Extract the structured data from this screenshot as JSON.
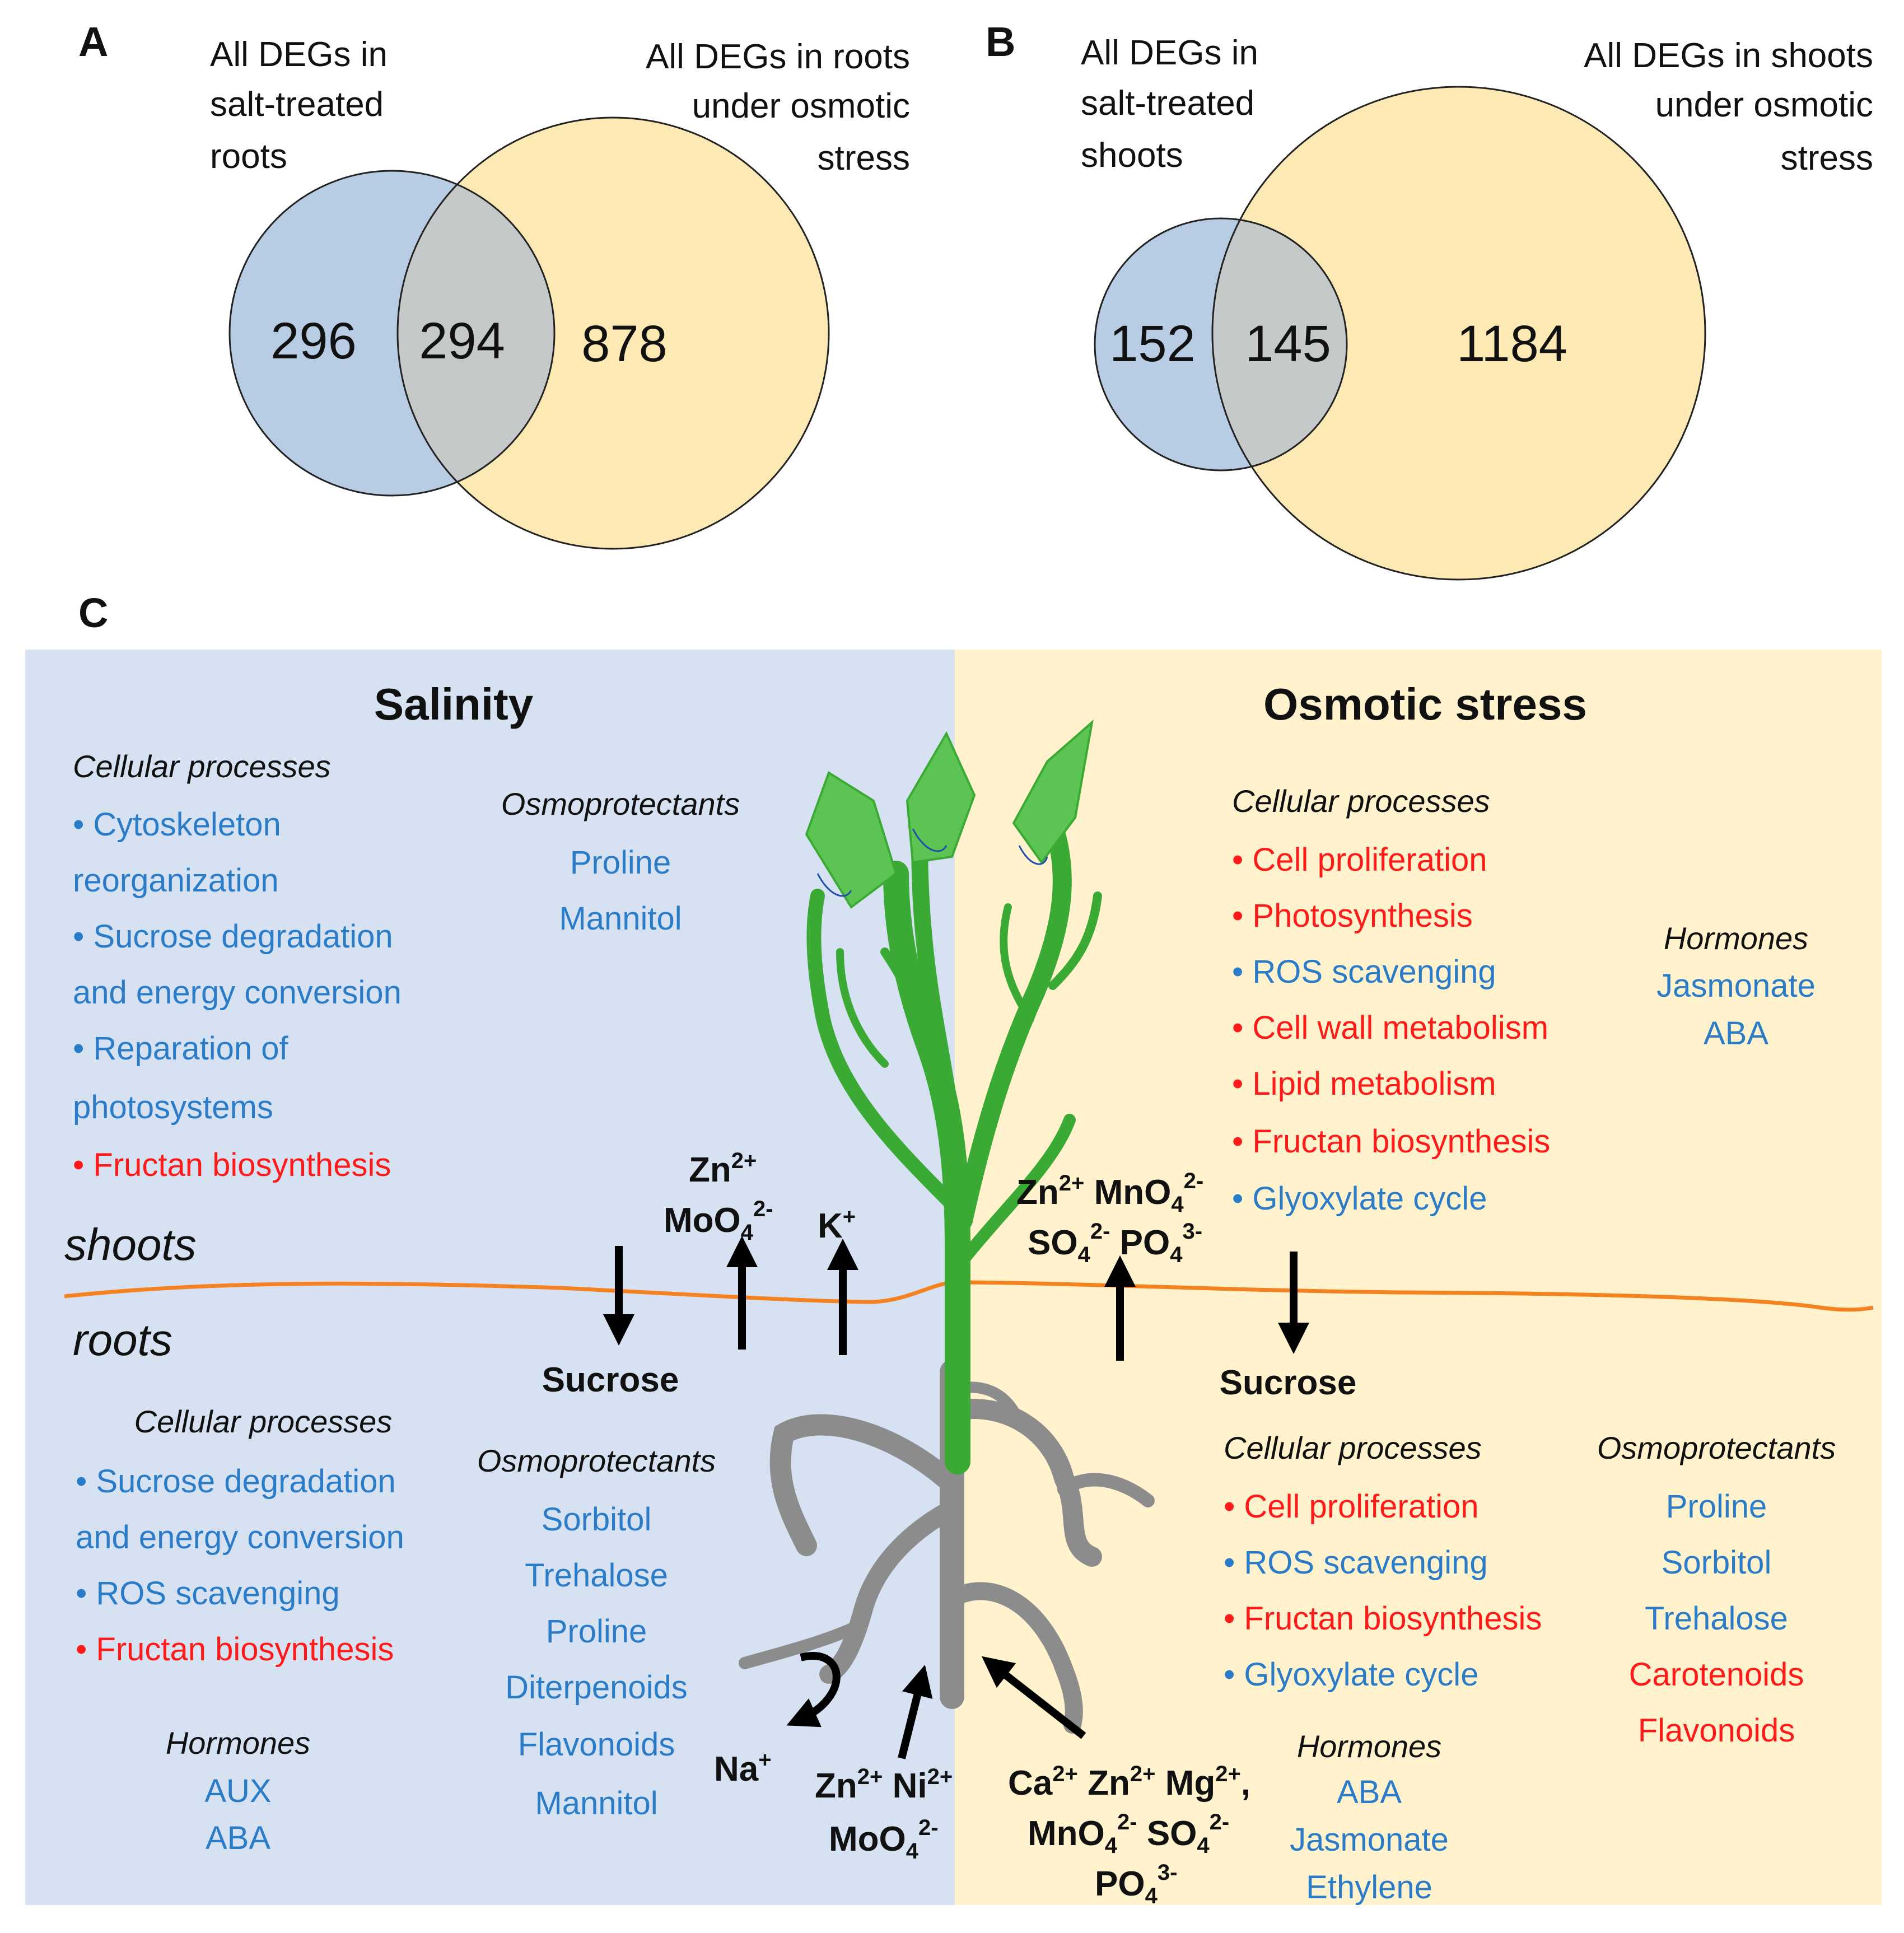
{
  "panel_a": {
    "letter": "A",
    "left_title": [
      "All DEGs in",
      "salt-treated",
      "roots"
    ],
    "right_title": [
      "All DEGs in roots",
      "under osmotic",
      "stress"
    ],
    "left_only": "296",
    "overlap": "294",
    "right_only": "878"
  },
  "panel_b": {
    "letter": "B",
    "left_title": [
      "All DEGs in",
      "salt-treated",
      "shoots"
    ],
    "right_title": [
      "All DEGs in shoots",
      "under osmotic",
      "stress"
    ],
    "left_only": "152",
    "overlap": "145",
    "right_only": "1184"
  },
  "panel_c": {
    "letter": "C",
    "salinity_title": "Salinity",
    "osmotic_title": "Osmotic stress",
    "shoots_label": "shoots",
    "roots_label": "roots",
    "salinity_shoot": {
      "cellular_head": "Cellular processes",
      "cellular_items": [
        {
          "text": "• Cytoskeleton",
          "color": "blue"
        },
        {
          "text": "reorganization",
          "color": "blue"
        },
        {
          "text": "• Sucrose degradation",
          "color": "blue"
        },
        {
          "text": "and energy  conversion",
          "color": "blue"
        },
        {
          "text": "• Reparation of",
          "color": "blue"
        },
        {
          "text": "photosystems",
          "color": "blue"
        },
        {
          "text": "• Fructan biosynthesis",
          "color": "red"
        }
      ],
      "osmo_head": "Osmoprotectants",
      "osmo_items": [
        "Proline",
        "Mannitol"
      ]
    },
    "salinity_root": {
      "cellular_head": "Cellular processes",
      "cellular_items": [
        {
          "text": "• Sucrose degradation",
          "color": "blue"
        },
        {
          "text": "and energy  conversion",
          "color": "blue"
        },
        {
          "text": "• ROS scavenging",
          "color": "blue"
        },
        {
          "text": "• Fructan biosynthesis",
          "color": "red"
        }
      ],
      "osmo_head": "Osmoprotectants",
      "osmo_items": [
        "Sorbitol",
        "Trehalose",
        "Proline",
        "Diterpenoids",
        "Flavonoids",
        "Mannitol"
      ],
      "hormones_head": "Hormones",
      "hormones": [
        "AUX",
        "ABA"
      ]
    },
    "osmotic_shoot": {
      "cellular_head": "Cellular processes",
      "cellular_items": [
        {
          "text": "• Cell proliferation",
          "color": "red"
        },
        {
          "text": "• Photosynthesis",
          "color": "red"
        },
        {
          "text": "• ROS scavenging",
          "color": "blue"
        },
        {
          "text": "• Cell wall metabolism",
          "color": "red"
        },
        {
          "text": "• Lipid metabolism",
          "color": "red"
        },
        {
          "text": "• Fructan biosynthesis",
          "color": "red"
        },
        {
          "text": "• Glyoxylate cycle",
          "color": "blue"
        }
      ],
      "hormones_head": "Hormones",
      "hormones": [
        "Jasmonate",
        "ABA"
      ]
    },
    "osmotic_root": {
      "cellular_head": "Cellular processes",
      "cellular_items": [
        {
          "text": "• Cell proliferation",
          "color": "red"
        },
        {
          "text": "• ROS scavenging",
          "color": "blue"
        },
        {
          "text": "• Fructan biosynthesis",
          "color": "red"
        },
        {
          "text": "• Glyoxylate cycle",
          "color": "blue"
        }
      ],
      "osmo_head": "Osmoprotectants",
      "osmo_items": [
        {
          "text": "Proline",
          "color": "blue"
        },
        {
          "text": "Sorbitol",
          "color": "blue"
        },
        {
          "text": "Trehalose",
          "color": "blue"
        },
        {
          "text": "Carotenoids",
          "color": "red"
        },
        {
          "text": "Flavonoids",
          "color": "red"
        }
      ],
      "hormones_head": "Hormones",
      "hormones": [
        "ABA",
        "Jasmonate",
        "Ethylene"
      ]
    },
    "ions": {
      "sal_zn": "Zn",
      "sal_zn_sup": "2+",
      "sal_moo4": "MoO",
      "sal_moo4_sub": "4",
      "sal_moo4_sup": "2-",
      "sal_k": "K",
      "sal_k_sup": "+",
      "osm_zn": "Zn",
      "osm_zn_sup": "2+",
      "osm_mno4": "MnO",
      "osm_mno4_sub": "4",
      "osm_mno4_sup": "2-",
      "osm_so4": "SO",
      "osm_so4_sub": "4",
      "osm_so4_sup": "2-",
      "osm_po4": "PO",
      "osm_po4_sub": "4",
      "osm_po4_sup": "3-",
      "na": "Na",
      "na_sup": "+",
      "root_sal_zn": "Zn",
      "root_sal_zn_sup": "2+",
      "root_sal_ni": "Ni",
      "root_sal_ni_sup": "2+",
      "root_sal_moo4": "MoO",
      "root_sal_moo4_sub": "4",
      "root_sal_moo4_sup": "2-",
      "root_osm_ca": "Ca",
      "root_osm_ca_sup": "2+",
      "root_osm_zn": "Zn",
      "root_osm_zn_sup": "2+",
      "root_osm_mg": "Mg",
      "root_osm_mg_sup": "2+",
      "root_osm_comma": ",",
      "root_osm_mno4": "MnO",
      "root_osm_mno4_sub": "4",
      "root_osm_mno4_sup": "2-",
      "root_osm_so4": "SO",
      "root_osm_so4_sub": "4",
      "root_osm_so4_sup": "2-",
      "root_osm_po4": "PO",
      "root_osm_po4_sub": "4",
      "root_osm_po4_sup": "3-"
    },
    "sucrose_left": "Sucrose",
    "sucrose_right": "Sucrose"
  },
  "colors": {
    "salinity_bg": "#d6e2f2",
    "osmotic_bg": "#fff2cc",
    "venn_blue": "#b8cce4",
    "venn_yellow": "#fde9b4",
    "venn_overlap": "#c6c9c9",
    "plant_green": "#3aaa35",
    "root_gray": "#8c8c8c",
    "soil_line": "#f58220",
    "text_blue": "#2b7cc8",
    "text_red": "#ff1a1a"
  }
}
